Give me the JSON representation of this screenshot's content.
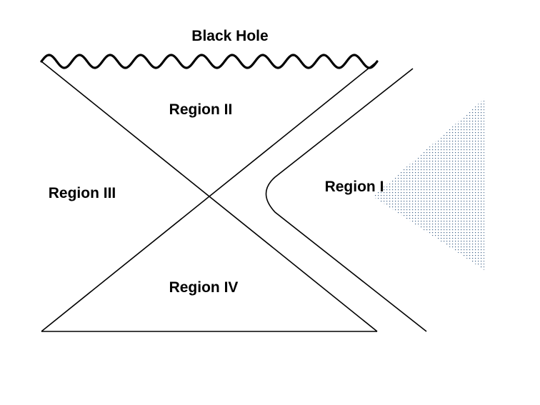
{
  "labels": {
    "singularity": "Black Hole",
    "region_2": "Region II",
    "region_3": "Region III",
    "region_1": "Region I",
    "region_4": "Region IV"
  },
  "colors": {
    "ink": "#000000",
    "stipple": "#3b5f86",
    "background": "#ffffff"
  }
}
